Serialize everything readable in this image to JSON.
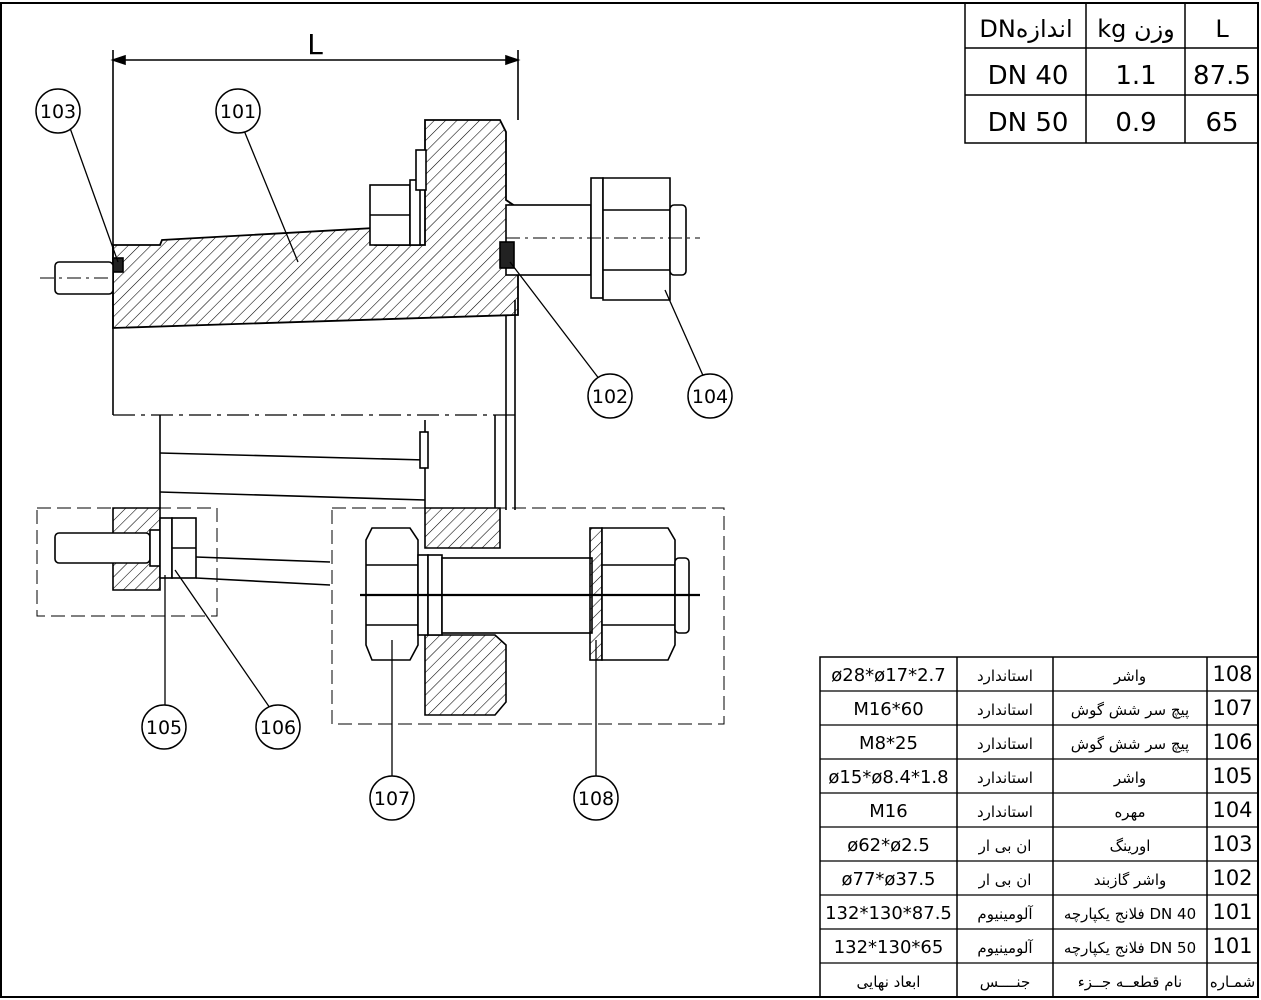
{
  "drawing": {
    "dimension_label": "L",
    "callouts": [
      "103",
      "101",
      "102",
      "104",
      "105",
      "106",
      "107",
      "108"
    ]
  },
  "size_table": {
    "headers": [
      "DNاندازه",
      "kg وزن",
      "L"
    ],
    "rows": [
      [
        "DN 40",
        "1.1",
        "87.5"
      ],
      [
        "DN 50",
        "0.9",
        "65"
      ]
    ]
  },
  "parts_table": {
    "headers": [
      "ابعاد نهایی",
      "جنــــس",
      "نام قطعــه جــزء",
      "شمـاره"
    ],
    "rows": [
      [
        "ø28*ø17*2.7",
        "استاندارد",
        "واشر",
        "108"
      ],
      [
        "M16*60",
        "استاندارد",
        "پیچ سر شش گوش",
        "107"
      ],
      [
        "M8*25",
        "استاندارد",
        "پیچ سر شش گوش",
        "106"
      ],
      [
        "ø15*ø8.4*1.8",
        "استاندارد",
        "واشر",
        "105"
      ],
      [
        "M16",
        "استاندارد",
        "مهره",
        "104"
      ],
      [
        "ø62*ø2.5",
        "ان بی ار",
        "اورینگ",
        "103"
      ],
      [
        "ø77*ø37.5",
        "ان بی ار",
        "واشر گازبند",
        "102"
      ],
      [
        "132*130*87.5",
        "آلومینیوم",
        "فلانج یکپارچه DN 40",
        "101"
      ],
      [
        "132*130*65",
        "آلومینیوم",
        "فلانج یکپارچه DN 50",
        "101"
      ]
    ]
  }
}
